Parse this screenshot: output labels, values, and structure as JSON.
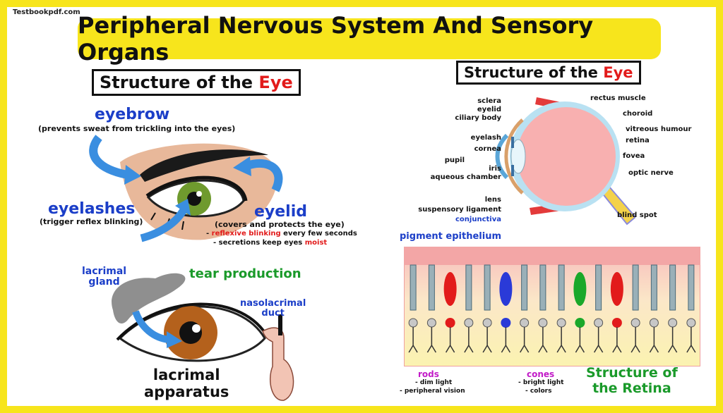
{
  "watermark": "Testbookpdf.com",
  "title": "Peripheral Nervous System And Sensory Organs",
  "external_eye": {
    "heading_prefix": "Structure of the ",
    "heading_accent": "Eye",
    "eyebrow": {
      "label": "eyebrow",
      "desc": "(prevents sweat from trickling into the eyes)"
    },
    "eyelashes": {
      "label": "eyelashes",
      "desc": "(trigger reflex blinking)"
    },
    "eyelid": {
      "label": "eyelid",
      "desc": "(covers and protects the eye)",
      "line1_prefix": "- ",
      "line1_accent": "reflexive blinking",
      "line1_suffix": " every few seconds",
      "line2_prefix": "- secretions keep eyes ",
      "line2_accent": "moist"
    }
  },
  "lacrimal": {
    "gland_line1": "lacrimal",
    "gland_line2": "gland",
    "tear_production": "tear production",
    "duct_line1": "nasolacrimal",
    "duct_line2": "duct",
    "apparatus_line1": "lacrimal",
    "apparatus_line2": "apparatus"
  },
  "internal_eye": {
    "heading_prefix": "Structure of the ",
    "heading_accent": "Eye",
    "left_labels": [
      "sclera",
      "eyelid",
      "ciliary body",
      "eyelash",
      "cornea",
      "pupil",
      "iris",
      "aqueous chamber",
      "lens",
      "suspensory ligament",
      "conjunctiva"
    ],
    "right_labels": [
      "rectus muscle",
      "choroid",
      "vitreous humour",
      "retina",
      "fovea",
      "optic nerve",
      "blind spot"
    ]
  },
  "retina": {
    "pigment_label": "pigment epithelium",
    "rods_label": "rods",
    "rods_line1": "- dim light",
    "rods_line2": "- peripheral vision",
    "cones_label": "cones",
    "cones_line1": "- bright light",
    "cones_line2": "- colors",
    "title_line1": "Structure of",
    "title_line2": "the Retina"
  },
  "colors": {
    "frame": "#f7e51c",
    "accent_red": "#e21b1b",
    "label_blue": "#1b3ec8",
    "label_green": "#1a9a2a",
    "label_magenta": "#c21bc8",
    "skin": "#e8b89a",
    "iris_green": "#6f9a2e",
    "iris_brown": "#b4611c"
  }
}
